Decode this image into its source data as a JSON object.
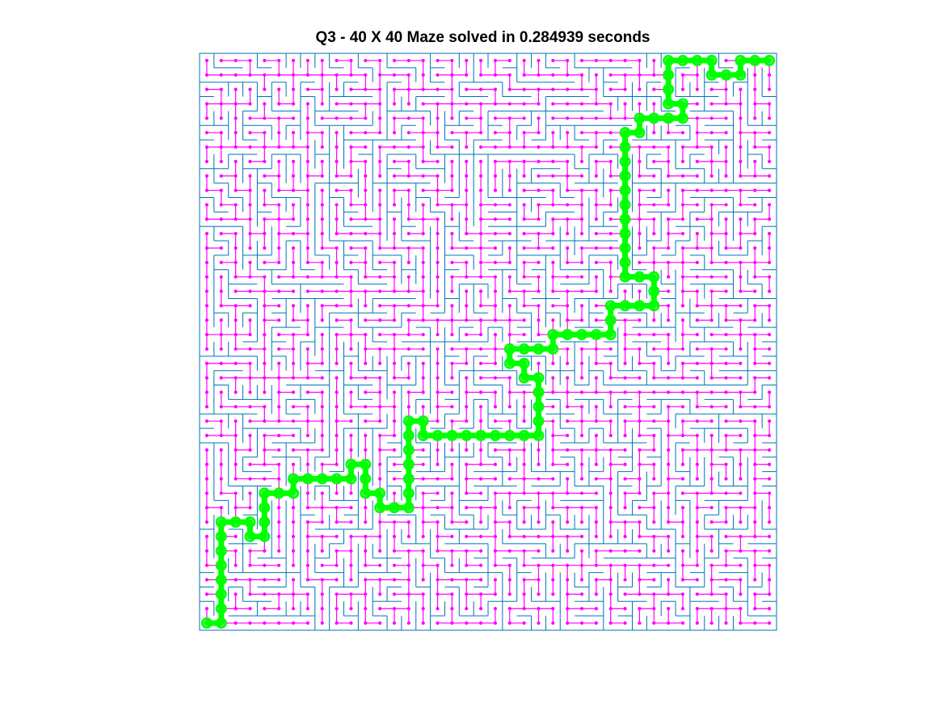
{
  "figure": {
    "title": "Q3 - 40 X 40 Maze solved in 0.284939 seconds"
  },
  "maze": {
    "rows": 40,
    "cols": 40,
    "colors": {
      "walls": "#0072BD",
      "explored_tree": "#FF00FF",
      "solution_path": "#00FF00",
      "background": "#FFFFFF"
    },
    "start_cell": [
      40,
      1
    ],
    "goal_cell": [
      1,
      40
    ],
    "solution_path": [
      [
        40,
        1
      ],
      [
        40,
        2
      ],
      [
        39,
        2
      ],
      [
        38,
        2
      ],
      [
        37,
        2
      ],
      [
        36,
        2
      ],
      [
        35,
        2
      ],
      [
        34,
        2
      ],
      [
        33,
        2
      ],
      [
        33,
        3
      ],
      [
        33,
        4
      ],
      [
        34,
        4
      ],
      [
        34,
        5
      ],
      [
        33,
        5
      ],
      [
        32,
        5
      ],
      [
        31,
        5
      ],
      [
        31,
        6
      ],
      [
        31,
        7
      ],
      [
        30,
        7
      ],
      [
        30,
        8
      ],
      [
        30,
        9
      ],
      [
        30,
        10
      ],
      [
        30,
        11
      ],
      [
        29,
        11
      ],
      [
        29,
        12
      ],
      [
        30,
        12
      ],
      [
        31,
        12
      ],
      [
        31,
        13
      ],
      [
        32,
        13
      ],
      [
        32,
        14
      ],
      [
        32,
        15
      ],
      [
        31,
        15
      ],
      [
        30,
        15
      ],
      [
        29,
        15
      ],
      [
        28,
        15
      ],
      [
        27,
        15
      ],
      [
        26,
        15
      ],
      [
        26,
        16
      ],
      [
        27,
        16
      ],
      [
        27,
        17
      ],
      [
        27,
        18
      ],
      [
        27,
        19
      ],
      [
        27,
        20
      ],
      [
        27,
        21
      ],
      [
        27,
        22
      ],
      [
        27,
        23
      ],
      [
        27,
        24
      ],
      [
        26,
        24
      ],
      [
        25,
        24
      ],
      [
        24,
        24
      ],
      [
        23,
        24
      ],
      [
        23,
        23
      ],
      [
        22,
        23
      ],
      [
        22,
        22
      ],
      [
        21,
        22
      ],
      [
        21,
        23
      ],
      [
        21,
        24
      ],
      [
        21,
        25
      ],
      [
        20,
        25
      ],
      [
        20,
        26
      ],
      [
        20,
        27
      ],
      [
        20,
        28
      ],
      [
        20,
        29
      ],
      [
        19,
        29
      ],
      [
        18,
        29
      ],
      [
        18,
        30
      ],
      [
        18,
        31
      ],
      [
        18,
        32
      ],
      [
        17,
        32
      ],
      [
        16,
        32
      ],
      [
        16,
        31
      ],
      [
        16,
        30
      ],
      [
        15,
        30
      ],
      [
        14,
        30
      ],
      [
        13,
        30
      ],
      [
        12,
        30
      ],
      [
        11,
        30
      ],
      [
        10,
        30
      ],
      [
        9,
        30
      ],
      [
        8,
        30
      ],
      [
        7,
        30
      ],
      [
        6,
        30
      ],
      [
        6,
        31
      ],
      [
        5,
        31
      ],
      [
        5,
        32
      ],
      [
        5,
        33
      ],
      [
        5,
        34
      ],
      [
        4,
        34
      ],
      [
        4,
        33
      ],
      [
        3,
        33
      ],
      [
        2,
        33
      ],
      [
        1,
        33
      ],
      [
        1,
        34
      ],
      [
        1,
        35
      ],
      [
        1,
        36
      ],
      [
        2,
        36
      ],
      [
        2,
        37
      ],
      [
        2,
        38
      ],
      [
        1,
        38
      ],
      [
        1,
        39
      ],
      [
        1,
        40
      ]
    ]
  }
}
